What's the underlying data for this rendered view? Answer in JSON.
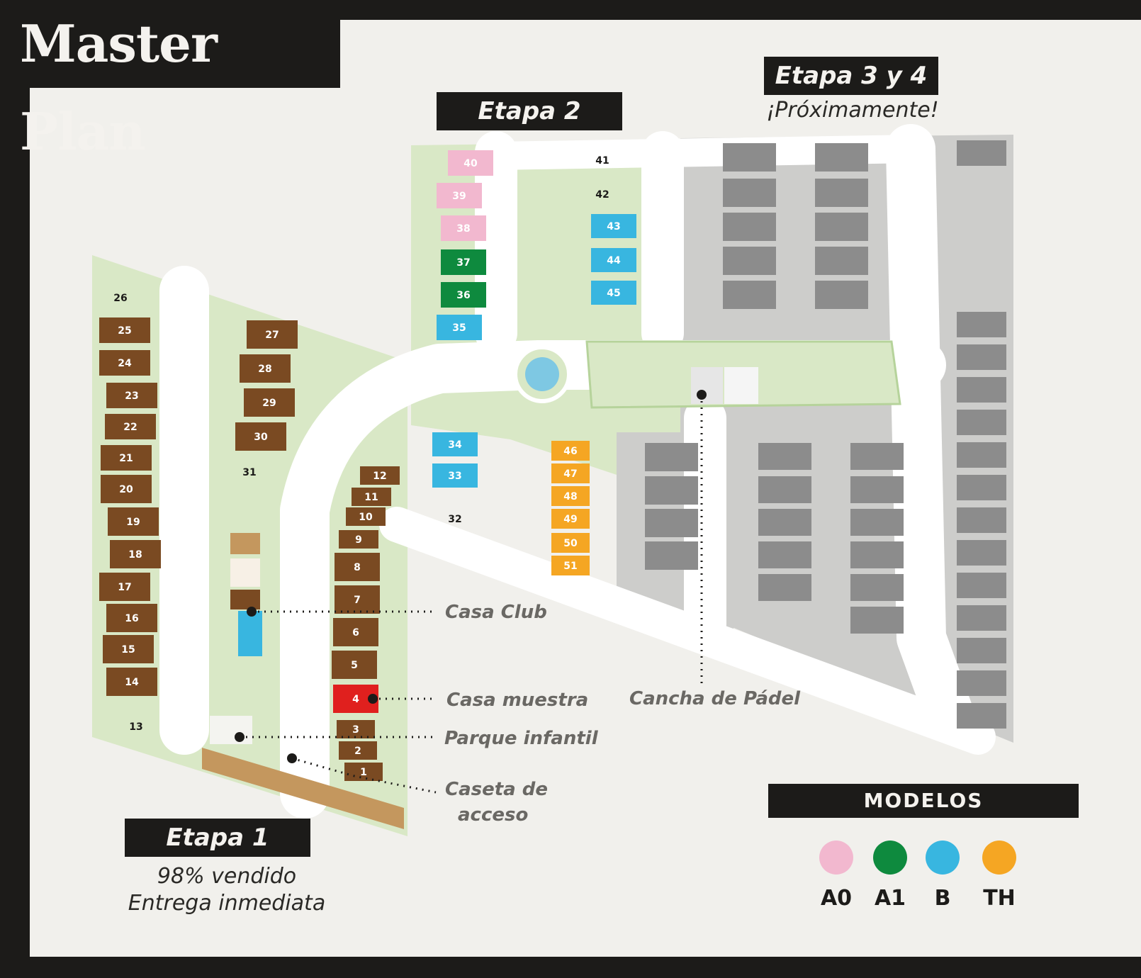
{
  "title": "Master Plan",
  "stages": {
    "etapa1": {
      "label": "Etapa 1",
      "line1": "98% vendido",
      "line2": "Entrega inmediata"
    },
    "etapa2": {
      "label": "Etapa 2"
    },
    "etapa34": {
      "label": "Etapa 3 y 4",
      "sub": "¡Próximamente!"
    }
  },
  "amenities": {
    "casa_club": "Casa Club",
    "casa_muestra": "Casa muestra",
    "parque_infantil": "Parque infantil",
    "caseta_line1": "Caseta de",
    "caseta_line2": "acceso",
    "cancha": "Cancha de Pádel"
  },
  "legend": {
    "title": "MODELOS",
    "items": [
      {
        "label": "A0",
        "color": "#f2b8cf"
      },
      {
        "label": "A1",
        "color": "#0e8a3e"
      },
      {
        "label": "B",
        "color": "#38b6e0"
      },
      {
        "label": "TH",
        "color": "#f5a623"
      }
    ]
  },
  "colors": {
    "brown": "#7a4a22",
    "red": "#e0201e",
    "green_lot": "#d9e8c6",
    "road": "#ffffff",
    "gray_lot": "#c9c9c9",
    "dark_gray_house": "#8c8c8c"
  },
  "lots": [
    {
      "n": "1",
      "model": "brown"
    },
    {
      "n": "2",
      "model": "brown"
    },
    {
      "n": "3",
      "model": "brown"
    },
    {
      "n": "4",
      "model": "red"
    },
    {
      "n": "5",
      "model": "brown"
    },
    {
      "n": "6",
      "model": "brown"
    },
    {
      "n": "7",
      "model": "brown"
    },
    {
      "n": "8",
      "model": "brown"
    },
    {
      "n": "9",
      "model": "brown"
    },
    {
      "n": "10",
      "model": "brown"
    },
    {
      "n": "11",
      "model": "brown"
    },
    {
      "n": "12",
      "model": "brown"
    },
    {
      "n": "13",
      "model": "lot"
    },
    {
      "n": "14",
      "model": "brown"
    },
    {
      "n": "15",
      "model": "brown"
    },
    {
      "n": "16",
      "model": "brown"
    },
    {
      "n": "17",
      "model": "brown"
    },
    {
      "n": "18",
      "model": "brown"
    },
    {
      "n": "19",
      "model": "brown"
    },
    {
      "n": "20",
      "model": "brown"
    },
    {
      "n": "21",
      "model": "brown"
    },
    {
      "n": "22",
      "model": "brown"
    },
    {
      "n": "23",
      "model": "brown"
    },
    {
      "n": "24",
      "model": "brown"
    },
    {
      "n": "25",
      "model": "brown"
    },
    {
      "n": "26",
      "model": "lot"
    },
    {
      "n": "27",
      "model": "brown"
    },
    {
      "n": "28",
      "model": "brown"
    },
    {
      "n": "29",
      "model": "brown"
    },
    {
      "n": "30",
      "model": "brown"
    },
    {
      "n": "31",
      "model": "lot"
    },
    {
      "n": "32",
      "model": "lot"
    },
    {
      "n": "33",
      "model": "B"
    },
    {
      "n": "34",
      "model": "B"
    },
    {
      "n": "35",
      "model": "B"
    },
    {
      "n": "36",
      "model": "A1"
    },
    {
      "n": "37",
      "model": "A1"
    },
    {
      "n": "38",
      "model": "A0"
    },
    {
      "n": "39",
      "model": "A0"
    },
    {
      "n": "40",
      "model": "A0"
    },
    {
      "n": "41",
      "model": "lot"
    },
    {
      "n": "42",
      "model": "lot"
    },
    {
      "n": "43",
      "model": "B"
    },
    {
      "n": "44",
      "model": "B"
    },
    {
      "n": "45",
      "model": "B"
    },
    {
      "n": "46",
      "model": "TH"
    },
    {
      "n": "47",
      "model": "TH"
    },
    {
      "n": "48",
      "model": "TH"
    },
    {
      "n": "49",
      "model": "TH"
    },
    {
      "n": "50",
      "model": "TH"
    },
    {
      "n": "51",
      "model": "TH"
    }
  ]
}
